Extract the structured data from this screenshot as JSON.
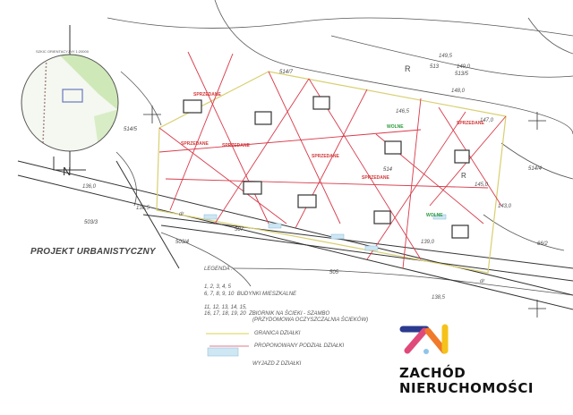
{
  "title": "PROJEKT URBANISTYCZNY",
  "inset": {
    "caption": "SZKIC ORIENTACYJNY 1:20000",
    "north_label": "N"
  },
  "status_labels": {
    "sold": "SPRZEDANE",
    "free": "WOLNE"
  },
  "parcel_numbers": [
    "514/7",
    "514/5",
    "513/5",
    "514/4",
    "503/3",
    "503/4",
    "507",
    "505",
    "66/2",
    "514",
    "R",
    "R",
    "513"
  ],
  "elevations": [
    "149,5",
    "149,0",
    "148,0",
    "147,0",
    "146,5",
    "145,0",
    "143,0",
    "138,5",
    "136,5",
    "136,0",
    "139,0"
  ],
  "road_label": "dr",
  "legend": {
    "heading": "LEGENDA :",
    "items": [
      {
        "numbers_line1": "1, 2, 3, 4, 5",
        "numbers_line2": "6, 7, 8, 9, 10",
        "label": "BUDYNKI MIESZKALNE"
      },
      {
        "numbers_line1": "11, 12, 13, 14, 15,",
        "numbers_line2": "16, 17, 18, 19, 20",
        "label": "ZBIORNIK NA ŚCIEKI - SZAMBO",
        "sub": "(PRZYDOMOWA OCZYSZCZALNIA ŚCIEKÓW)"
      },
      {
        "label": "GRANICA DZIAŁKI",
        "color": "#e8e08a"
      },
      {
        "label": "PROPONOWANY PODZIAŁ DZIAŁKI",
        "color": "#e07a8a"
      },
      {
        "label": "WYJAZD Z DZIAŁKI",
        "color": "#8fc4e0"
      }
    ]
  },
  "brand": {
    "line1": "ZACHÓD",
    "line2": "NIERUCHOMOŚCI",
    "colors": [
      "#2b3a8f",
      "#e04a7a",
      "#f07a2a",
      "#f5c21a",
      "#8fc4ea"
    ]
  },
  "colors": {
    "division": "#d83a4a",
    "boundary": "#d8cf70",
    "sold": "#d23a3a",
    "free": "#2a9a3a"
  }
}
